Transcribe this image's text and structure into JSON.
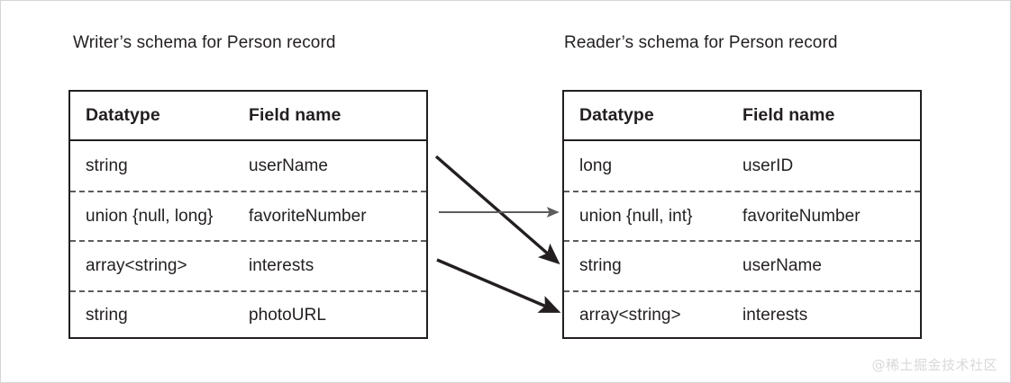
{
  "figure": {
    "background_color": "#ffffff",
    "border_color": "#d6d6d6",
    "ink_color": "#231f20",
    "dashed_rule_color": "#5d5d5d",
    "arrow_color_strong": "#231f20",
    "arrow_color_light": "#6e6e6e"
  },
  "writer": {
    "title": "Writer’s schema for Person record",
    "columns": [
      "Datatype",
      "Field name"
    ],
    "rows": [
      {
        "datatype": "string",
        "field": "userName"
      },
      {
        "datatype": "union {null, long}",
        "field": "favoriteNumber"
      },
      {
        "datatype": "array<string>",
        "field": "interests"
      },
      {
        "datatype": "string",
        "field": "photoURL"
      }
    ]
  },
  "reader": {
    "title": "Reader’s schema for Person record",
    "columns": [
      "Datatype",
      "Field name"
    ],
    "rows": [
      {
        "datatype": "long",
        "field": "userID"
      },
      {
        "datatype": "union {null, int}",
        "field": "favoriteNumber"
      },
      {
        "datatype": "string",
        "field": "userName"
      },
      {
        "datatype": "array<string>",
        "field": "interests"
      }
    ]
  },
  "mappings": [
    {
      "name": "username-mapping",
      "from_field": "userName",
      "to_field": "userName",
      "style": "bold-diagonal"
    },
    {
      "name": "favoritenumber-mapping",
      "from_field": "favoriteNumber",
      "to_field": "favoriteNumber",
      "style": "light-horizontal"
    },
    {
      "name": "interests-mapping",
      "from_field": "interests",
      "to_field": "interests",
      "style": "bold-diagonal"
    }
  ],
  "watermark": {
    "text": "@稀土掘金技术社区"
  }
}
